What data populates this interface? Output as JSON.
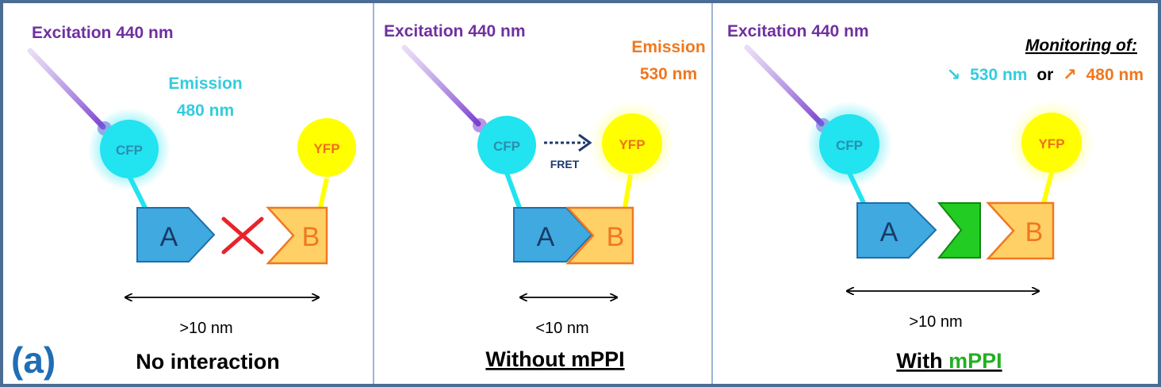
{
  "figure_label": "(a)",
  "colors": {
    "excitation": "#7030a0",
    "cfp_text": "#33ccdd",
    "cfp_fill": "#22e3f0",
    "yfp_fill": "#ffff00",
    "yfp_text": "#f07020",
    "emission_orange": "#f07820",
    "protein_a_fill": "#3fa9e0",
    "protein_b_fill": "#ffd066",
    "mppi_green": "#22b022",
    "fret_arrow": "#1f3a6e",
    "cross": "#e8232a",
    "border": "#4a6c95"
  },
  "panels": [
    {
      "excitation_label": "Excitation 440 nm",
      "emission_line1": "Emission",
      "emission_line2": "480 nm",
      "cfp_label": "CFP",
      "yfp_label": "YFP",
      "protein_a_label": "A",
      "protein_b_label": "B",
      "distance_label": ">10 nm",
      "caption": "No interaction"
    },
    {
      "excitation_label": "Excitation 440 nm",
      "emission_line1": "Emission",
      "emission_line2": "530 nm",
      "cfp_label": "CFP",
      "yfp_label": "YFP",
      "fret_label": "FRET",
      "protein_a_label": "A",
      "protein_b_label": "B",
      "distance_label": "<10 nm",
      "caption": "Without mPPI"
    },
    {
      "excitation_label": "Excitation 440 nm",
      "monitoring_title": "Monitoring of:",
      "monitor_down_arrow": "↘",
      "monitor_down_value": "530 nm",
      "monitor_or": "or",
      "monitor_up_arrow": "↗",
      "monitor_up_value": "480 nm",
      "cfp_label": "CFP",
      "yfp_label": "YFP",
      "protein_a_label": "A",
      "protein_b_label": "B",
      "distance_label": ">10 nm",
      "caption_prefix": "With ",
      "caption_highlight": "mPPI"
    }
  ]
}
